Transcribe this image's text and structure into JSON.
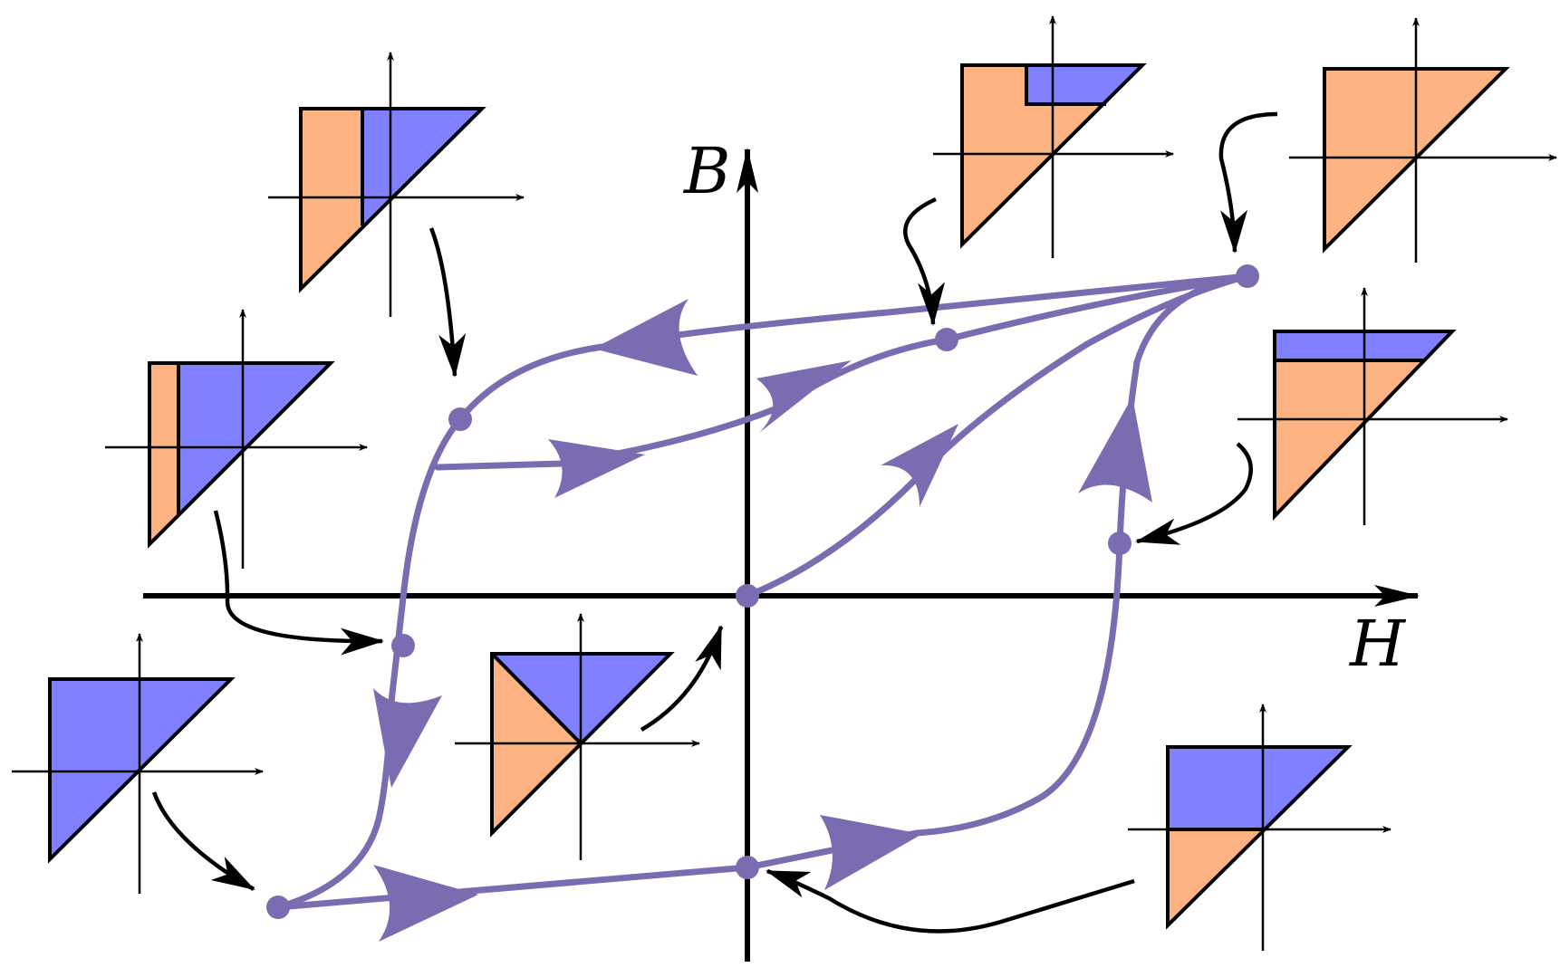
{
  "diagram": {
    "axis_labels": {
      "horizontal": "H",
      "vertical": "B"
    },
    "colors": {
      "curve": "#7b6bb0",
      "orange_region": "#fdb381",
      "blue_region": "#8080ff",
      "outline": "#000000",
      "background": "#ffffff"
    },
    "preisach_insets": [
      {
        "id": "upper-left",
        "regions": [
          "orange",
          "blue"
        ]
      },
      {
        "id": "left-middle",
        "regions": [
          "orange",
          "blue"
        ]
      },
      {
        "id": "lower-left",
        "regions": [
          "blue"
        ]
      },
      {
        "id": "center-origin",
        "regions": [
          "orange",
          "blue"
        ]
      },
      {
        "id": "upper-right-partial",
        "regions": [
          "orange",
          "blue"
        ]
      },
      {
        "id": "upper-right-saturated",
        "regions": [
          "orange"
        ]
      },
      {
        "id": "right-middle",
        "regions": [
          "orange",
          "blue"
        ]
      },
      {
        "id": "lower-right",
        "regions": [
          "orange",
          "blue"
        ]
      }
    ]
  }
}
